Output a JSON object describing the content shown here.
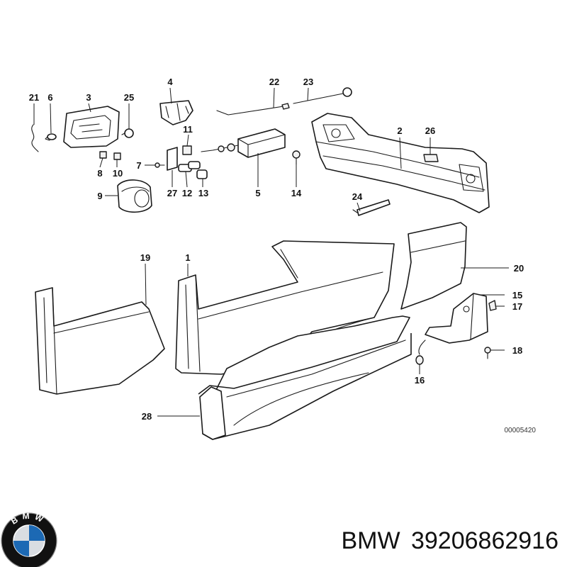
{
  "diagram": {
    "callouts": {
      "c1": "1",
      "c2": "2",
      "c3": "3",
      "c4": "4",
      "c5": "5",
      "c6": "6",
      "c7": "7",
      "c8": "8",
      "c9": "9",
      "c10": "10",
      "c11": "11",
      "c12": "12",
      "c13": "13",
      "c14": "14",
      "c15": "15",
      "c16": "16",
      "c17": "17",
      "c18": "18",
      "c19": "19",
      "c20": "20",
      "c21": "21",
      "c22": "22",
      "c23": "23",
      "c24": "24",
      "c25": "25",
      "c26": "26",
      "c27": "27",
      "c28": "28"
    },
    "reference_code": "00005420"
  },
  "brand": {
    "name": "BMW",
    "part_number": "39206862916",
    "logo_icon": "bmw-roundel-icon",
    "logo_letters": "BMW",
    "colors": {
      "roundel_blue": "#1c69b4",
      "roundel_ring": "#111111",
      "roundel_silver": "#d9dde2"
    }
  }
}
